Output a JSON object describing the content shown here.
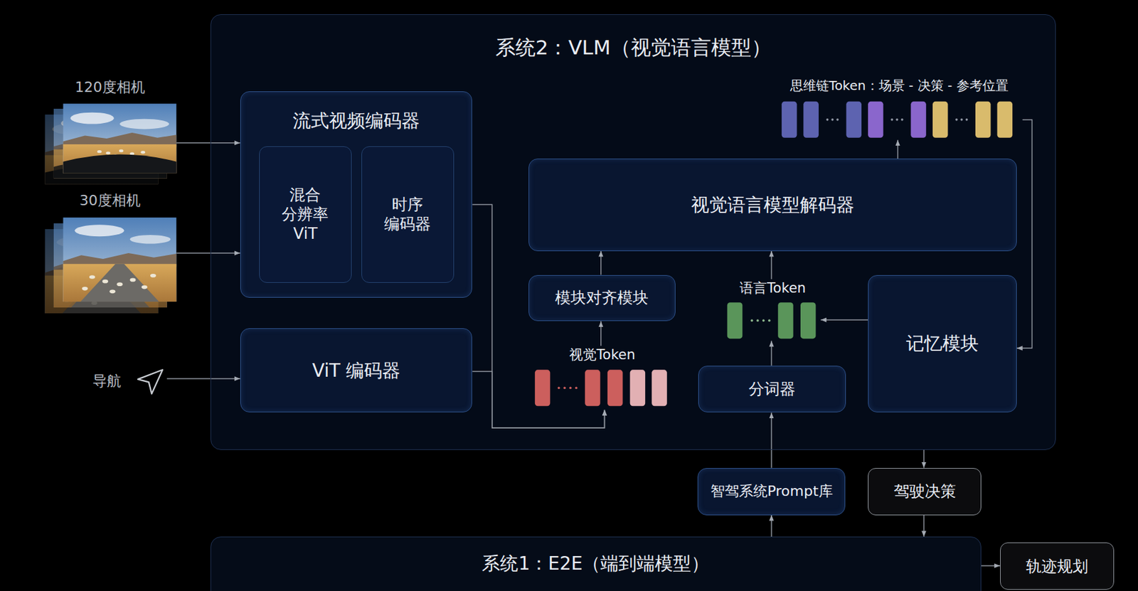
{
  "diagram": {
    "nodes": [
      {
        "text": [
          "120度相机"
        ]
      },
      {
        "text": [
          "30度相机"
        ]
      },
      {
        "text": [
          "系统2：VLM（视觉语言模型）"
        ]
      },
      {
        "text": [
          "流式视频编码器"
        ],
        "in": 2
      },
      {
        "text": [
          "混合 分辨率 ViT"
        ],
        "in": 3
      },
      {
        "text": [
          "时序 编码器"
        ],
        "in": 3
      },
      {
        "text": [
          "思维链Token：场景 - 决策 - 参考位置"
        ],
        "in": 2
      },
      {
        "text": [
          "视觉语言模型解码器"
        ],
        "in": 2
      },
      {
        "text": [
          "模块对齐模块"
        ],
        "in": 2
      },
      {
        "text": [
          "语言Token"
        ],
        "in": 2
      },
      {
        "text": [
          "记忆模块"
        ],
        "in": 2
      },
      {
        "text": [
          "ViT 编码器"
        ],
        "in": 2
      },
      {
        "text": [
          "视觉Token"
        ],
        "in": 2
      },
      {
        "text": [
          "分词器"
        ],
        "in": 2
      },
      {
        "text": [
          "导航"
        ]
      },
      {
        "text": [
          "智驾系统Prompt库"
        ]
      },
      {
        "text": [
          "驾驶决策"
        ]
      },
      {
        "text": [
          "系统1：E2E（端到端模型）"
        ]
      },
      {
        "text": [
          "轨迹规划"
        ]
      }
    ],
    "edges": [
      {
        "from": 0,
        "to": 3,
        "arrow": "to"
      },
      {
        "from": 1,
        "to": 3,
        "arrow": "to"
      },
      {
        "from": 14,
        "to": 11,
        "arrow": "to"
      },
      {
        "from": 3,
        "to": 12,
        "arrow": "to"
      },
      {
        "from": 11,
        "to": 12,
        "arrow": "to"
      },
      {
        "from": 12,
        "to": 8,
        "arrow": "to"
      },
      {
        "from": 8,
        "to": 7,
        "arrow": "to"
      },
      {
        "from": 13,
        "to": 9,
        "arrow": "to"
      },
      {
        "from": 9,
        "to": 7,
        "arrow": "to"
      },
      {
        "from": 10,
        "to": 9,
        "arrow": "to"
      },
      {
        "from": 7,
        "to": 6,
        "arrow": "to"
      },
      {
        "from": 6,
        "to": 10,
        "arrow": "to"
      },
      {
        "from": 15,
        "to": 13,
        "arrow": "to"
      },
      {
        "from": 17,
        "to": 15,
        "arrow": "to"
      },
      {
        "from": 2,
        "to": 16,
        "arrow": "to"
      },
      {
        "from": 16,
        "to": 17,
        "arrow": "to"
      },
      {
        "from": 17,
        "to": 18,
        "arrow": "to"
      }
    ]
  }
}
